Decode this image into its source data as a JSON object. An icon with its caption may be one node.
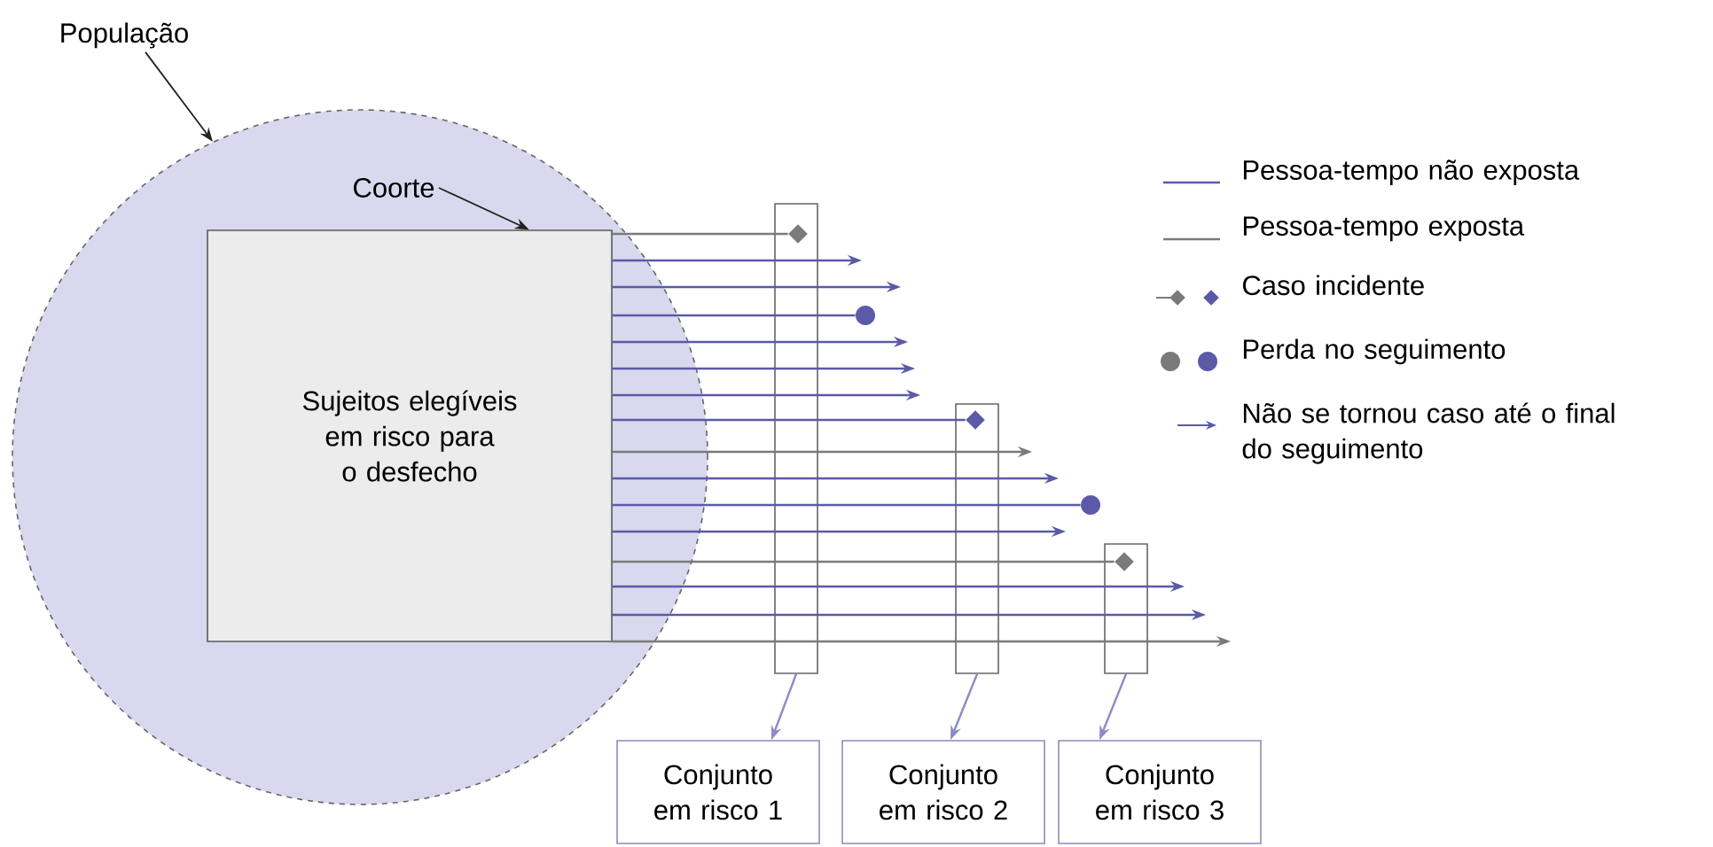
{
  "diagram": {
    "nodes": [
      {
        "text": [
          "População"
        ]
      },
      {
        "text": [],
        "shape": "circle"
      },
      {
        "text": [
          "Coorte"
        ],
        "in": 1
      },
      {
        "text": [
          "Sujeitos elegíveis em risco para o desfecho"
        ],
        "in": 1
      },
      {
        "text": [],
        "shape": "box"
      },
      {
        "text": [],
        "shape": "box"
      },
      {
        "text": [],
        "shape": "box"
      },
      {
        "text": [],
        "shape": "diamond",
        "in": 4
      },
      {
        "text": [],
        "shape": "circle"
      },
      {
        "text": [],
        "shape": "diamond",
        "in": 5
      },
      {
        "text": [],
        "shape": "circle"
      },
      {
        "text": [],
        "shape": "diamond",
        "in": 6
      },
      {
        "text": [
          "Conjunto em risco 1"
        ]
      },
      {
        "text": [
          "Conjunto em risco 2"
        ]
      },
      {
        "text": [
          "Conjunto em risco 3"
        ]
      }
    ],
    "edges": [
      {
        "from": 0,
        "to": 1,
        "arrow": "to",
        "color": "#222222"
      },
      {
        "from": 2,
        "to": 3,
        "arrow": "to",
        "color": "#222222"
      },
      {
        "from": 3,
        "to": 7,
        "arrow": "none",
        "color": "#7a7a7a"
      },
      {
        "from": 3,
        "to": null,
        "arrow": "to"
      },
      {
        "from": 3,
        "to": null,
        "arrow": "to"
      },
      {
        "from": 3,
        "to": 8,
        "arrow": "none"
      },
      {
        "from": 3,
        "to": null,
        "arrow": "to"
      },
      {
        "from": 3,
        "to": null,
        "arrow": "to"
      },
      {
        "from": 3,
        "to": null,
        "arrow": "to"
      },
      {
        "from": 3,
        "to": 9,
        "arrow": "none"
      },
      {
        "from": 3,
        "to": null,
        "arrow": "to",
        "color": "#7a7a7a"
      },
      {
        "from": 3,
        "to": null,
        "arrow": "to"
      },
      {
        "from": 3,
        "to": 10,
        "arrow": "none"
      },
      {
        "from": 3,
        "to": null,
        "arrow": "to"
      },
      {
        "from": 3,
        "to": 11,
        "arrow": "none",
        "color": "#7a7a7a"
      },
      {
        "from": 3,
        "to": null,
        "arrow": "to"
      },
      {
        "from": 3,
        "to": null,
        "arrow": "to"
      },
      {
        "from": 3,
        "to": null,
        "arrow": "to",
        "color": "#7a7a7a"
      },
      {
        "from": 4,
        "to": 12,
        "arrow": "to",
        "color": "#8c8ac8"
      },
      {
        "from": 5,
        "to": 13,
        "arrow": "to",
        "color": "#8c8ac8"
      },
      {
        "from": 6,
        "to": 14,
        "arrow": "to",
        "color": "#8c8ac8"
      }
    ],
    "legend": [
      {
        "text": "Pessoa-tempo não exposta"
      },
      {
        "text": "Pessoa-tempo exposta"
      },
      {
        "text": "Caso incidente"
      },
      {
        "text": "Perda no seguimento"
      },
      {
        "text": "Não se tornou caso até o final do seguimento"
      }
    ]
  }
}
